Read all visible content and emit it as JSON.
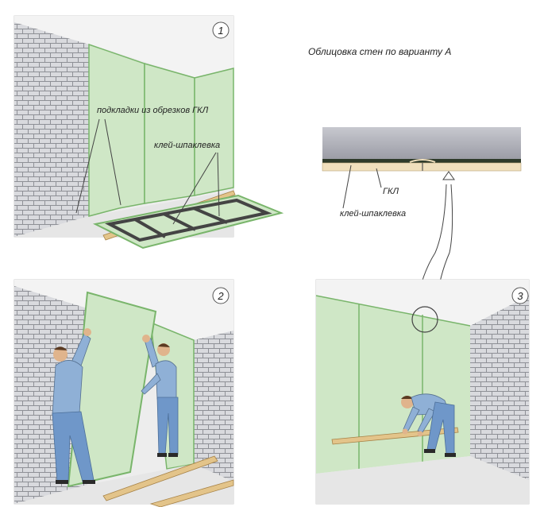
{
  "title": "Облицовка стен по варианту А",
  "panels": [
    {
      "number": "1",
      "labels": {
        "pads": "подкладки из обрезков ГКЛ",
        "glue": "клей-шпаклевка"
      }
    },
    {
      "number": "2"
    },
    {
      "number": "3"
    }
  ],
  "detail": {
    "labels": {
      "board": "ГКЛ",
      "glue": "клей-шпаклевка"
    }
  },
  "colors": {
    "board_green": "#cfe7c6",
    "board_edge": "#79b56b",
    "brick_bg": "#d9dade",
    "brick_line": "#8e9096",
    "shirt": "#8fb0d6",
    "trousers": "#6f97c9",
    "skin": "#e0b48c",
    "wood": "#e3c48a",
    "ceiling_gray": "#a9aab2"
  }
}
